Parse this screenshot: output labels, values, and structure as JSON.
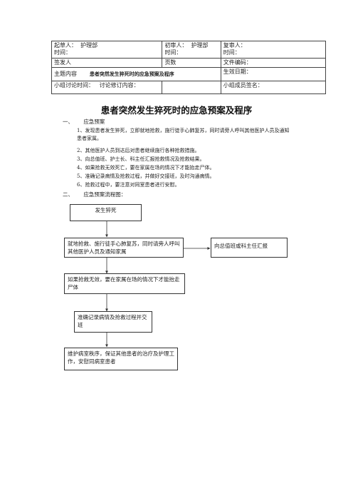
{
  "header_table": {
    "drafter_label": "起草人：",
    "drafter_value": "护理部",
    "drafter_time": "时间：",
    "reviewer1_label": "初审人：",
    "reviewer1_value": "护理部",
    "reviewer1_time": "时间：",
    "reviewer2_label": "复审人：",
    "reviewer2_time": "时间：",
    "issuer_label": "签发人",
    "pages_label": "页数",
    "doc_code_label": "文件编码：",
    "topic_label": "主题内容",
    "topic_value": "患者突然发生猝死时的应急预案及程序",
    "effective_date_label": "生效日期：",
    "discussion_time_label": "小组讨论时间：",
    "revision_content_label": "讨论修订内容：",
    "member_sign_label": "小组成员签名："
  },
  "title": "患者突然发生猝死时的应急预案及程序",
  "section1": {
    "number": "一、",
    "heading": "应急预案",
    "items": [
      "1、发现患者发生猝死，立即就地抢救，施行徒手心肺复苏，同时请旁人呼叫其他医护人员及通知患者家属。",
      "2、其他医护人员到达后对患者继续施行各种抢救措施。",
      "3、向总值班、护士长、科主任汇报抢救情况及抢救结果。",
      "4、如果抢救无效死亡，要在家属在场的情况下才能抬走尸体。",
      "5、准确记录病情及抢救过程，并做好交接班，及时沟通病情。",
      "6、抢救过程中，要注意对同室患者进行安慰。"
    ]
  },
  "section2": {
    "number": "二、",
    "heading": "应急预案流程图："
  },
  "flow": {
    "step1": "发生猝死",
    "step2": "就地抢救、施行徒手心肺复苏，同时请旁人呼叫其他医护人员及通知家属",
    "side": "向总值班或科主任汇报",
    "step3": "如果抢救无效，要在家属在场的情况下才能抬走尸体",
    "step4": "准确记录病情及抢救过程并交班",
    "step5": "维护病室秩序，保证其他患者的治疗及护理工作，安慰同病室患者"
  }
}
